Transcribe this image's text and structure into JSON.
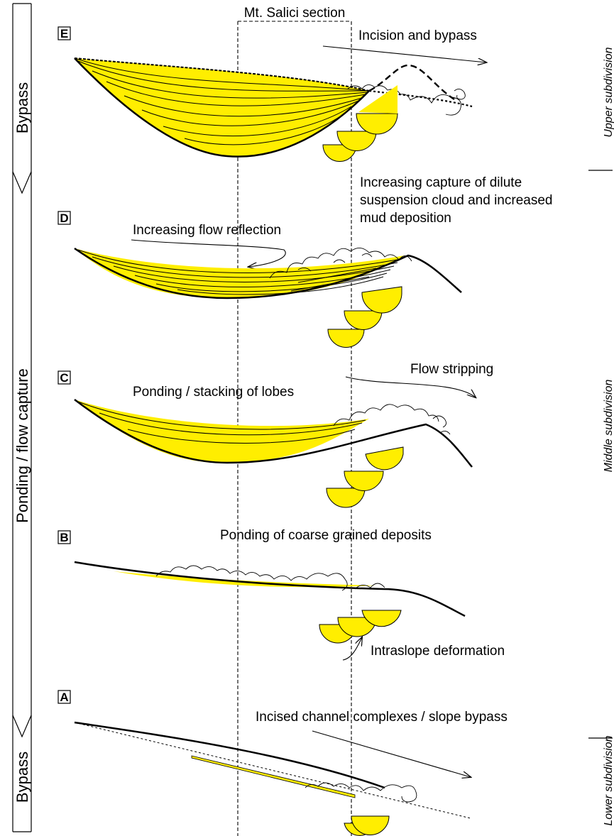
{
  "section_label": "Mt. Salici section",
  "left_column": {
    "top_stage": "Bypass",
    "middle_stage": "Ponding / flow capture",
    "bottom_stage": "Bypass"
  },
  "right_column": {
    "upper": "Upper subdivision",
    "middle": "Middle subdivision",
    "lower": "Lower subdivision"
  },
  "panels": {
    "E": {
      "letter": "E",
      "caption": "Incision and bypass"
    },
    "D": {
      "letter": "D",
      "caption_line1": "Increasing capture of dilute",
      "caption_line2": "suspension cloud and increased",
      "caption_line3": "mud deposition",
      "arrow_label": "Increasing flow reflection"
    },
    "C": {
      "letter": "C",
      "caption": "Ponding / stacking of lobes",
      "arrow_label": "Flow stripping"
    },
    "B": {
      "letter": "B",
      "caption": "Ponding of coarse grained deposits",
      "arrow_label": "Intraslope deformation"
    },
    "A": {
      "letter": "A",
      "caption": "Incised channel complexes / slope bypass"
    }
  },
  "colors": {
    "sand_fill": "#ffee00",
    "line": "#000000"
  }
}
